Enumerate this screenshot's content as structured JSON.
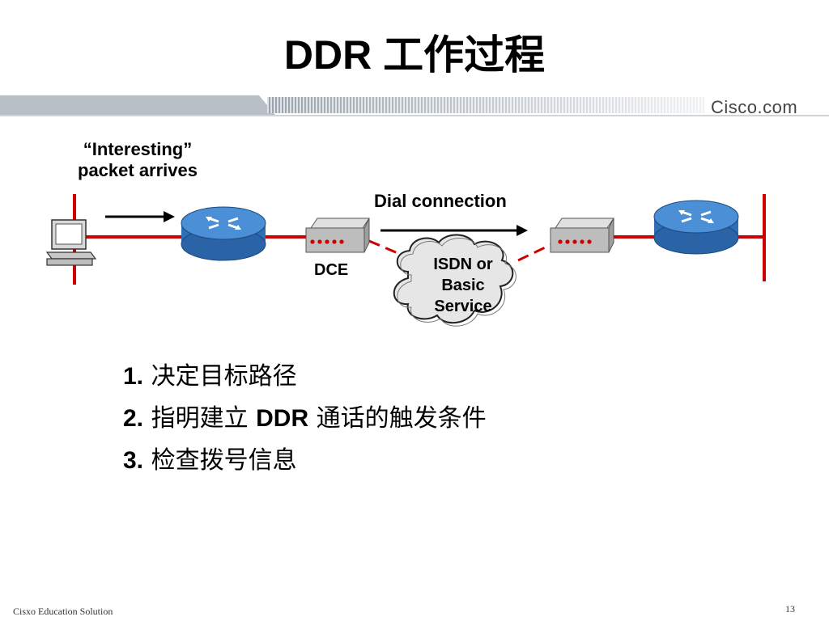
{
  "slide": {
    "title": "DDR 工作过程",
    "brand": "Cisco.com",
    "footer": "Cisxo Education Solution",
    "page_number": "13"
  },
  "diagram": {
    "packet_label_line1": "“Interesting”",
    "packet_label_line2": "packet arrives",
    "dial_label": "Dial connection",
    "dce_label": "DCE",
    "cloud_line1": "ISDN or",
    "cloud_line2": "Basic",
    "cloud_line3": "Service"
  },
  "steps": [
    {
      "num": "1.",
      "text": "决定目标路径"
    },
    {
      "num": "2.",
      "text_a": "指明建立 ",
      "text_b": "DDR",
      "text_c": " 通话的触发条件"
    },
    {
      "num": "3.",
      "text": "检查拨号信息"
    }
  ],
  "colors": {
    "network_line": "#cc0000",
    "router": "#3d7fc6",
    "device_body": "#bdbdbd",
    "banner": "#b8bfc6"
  }
}
